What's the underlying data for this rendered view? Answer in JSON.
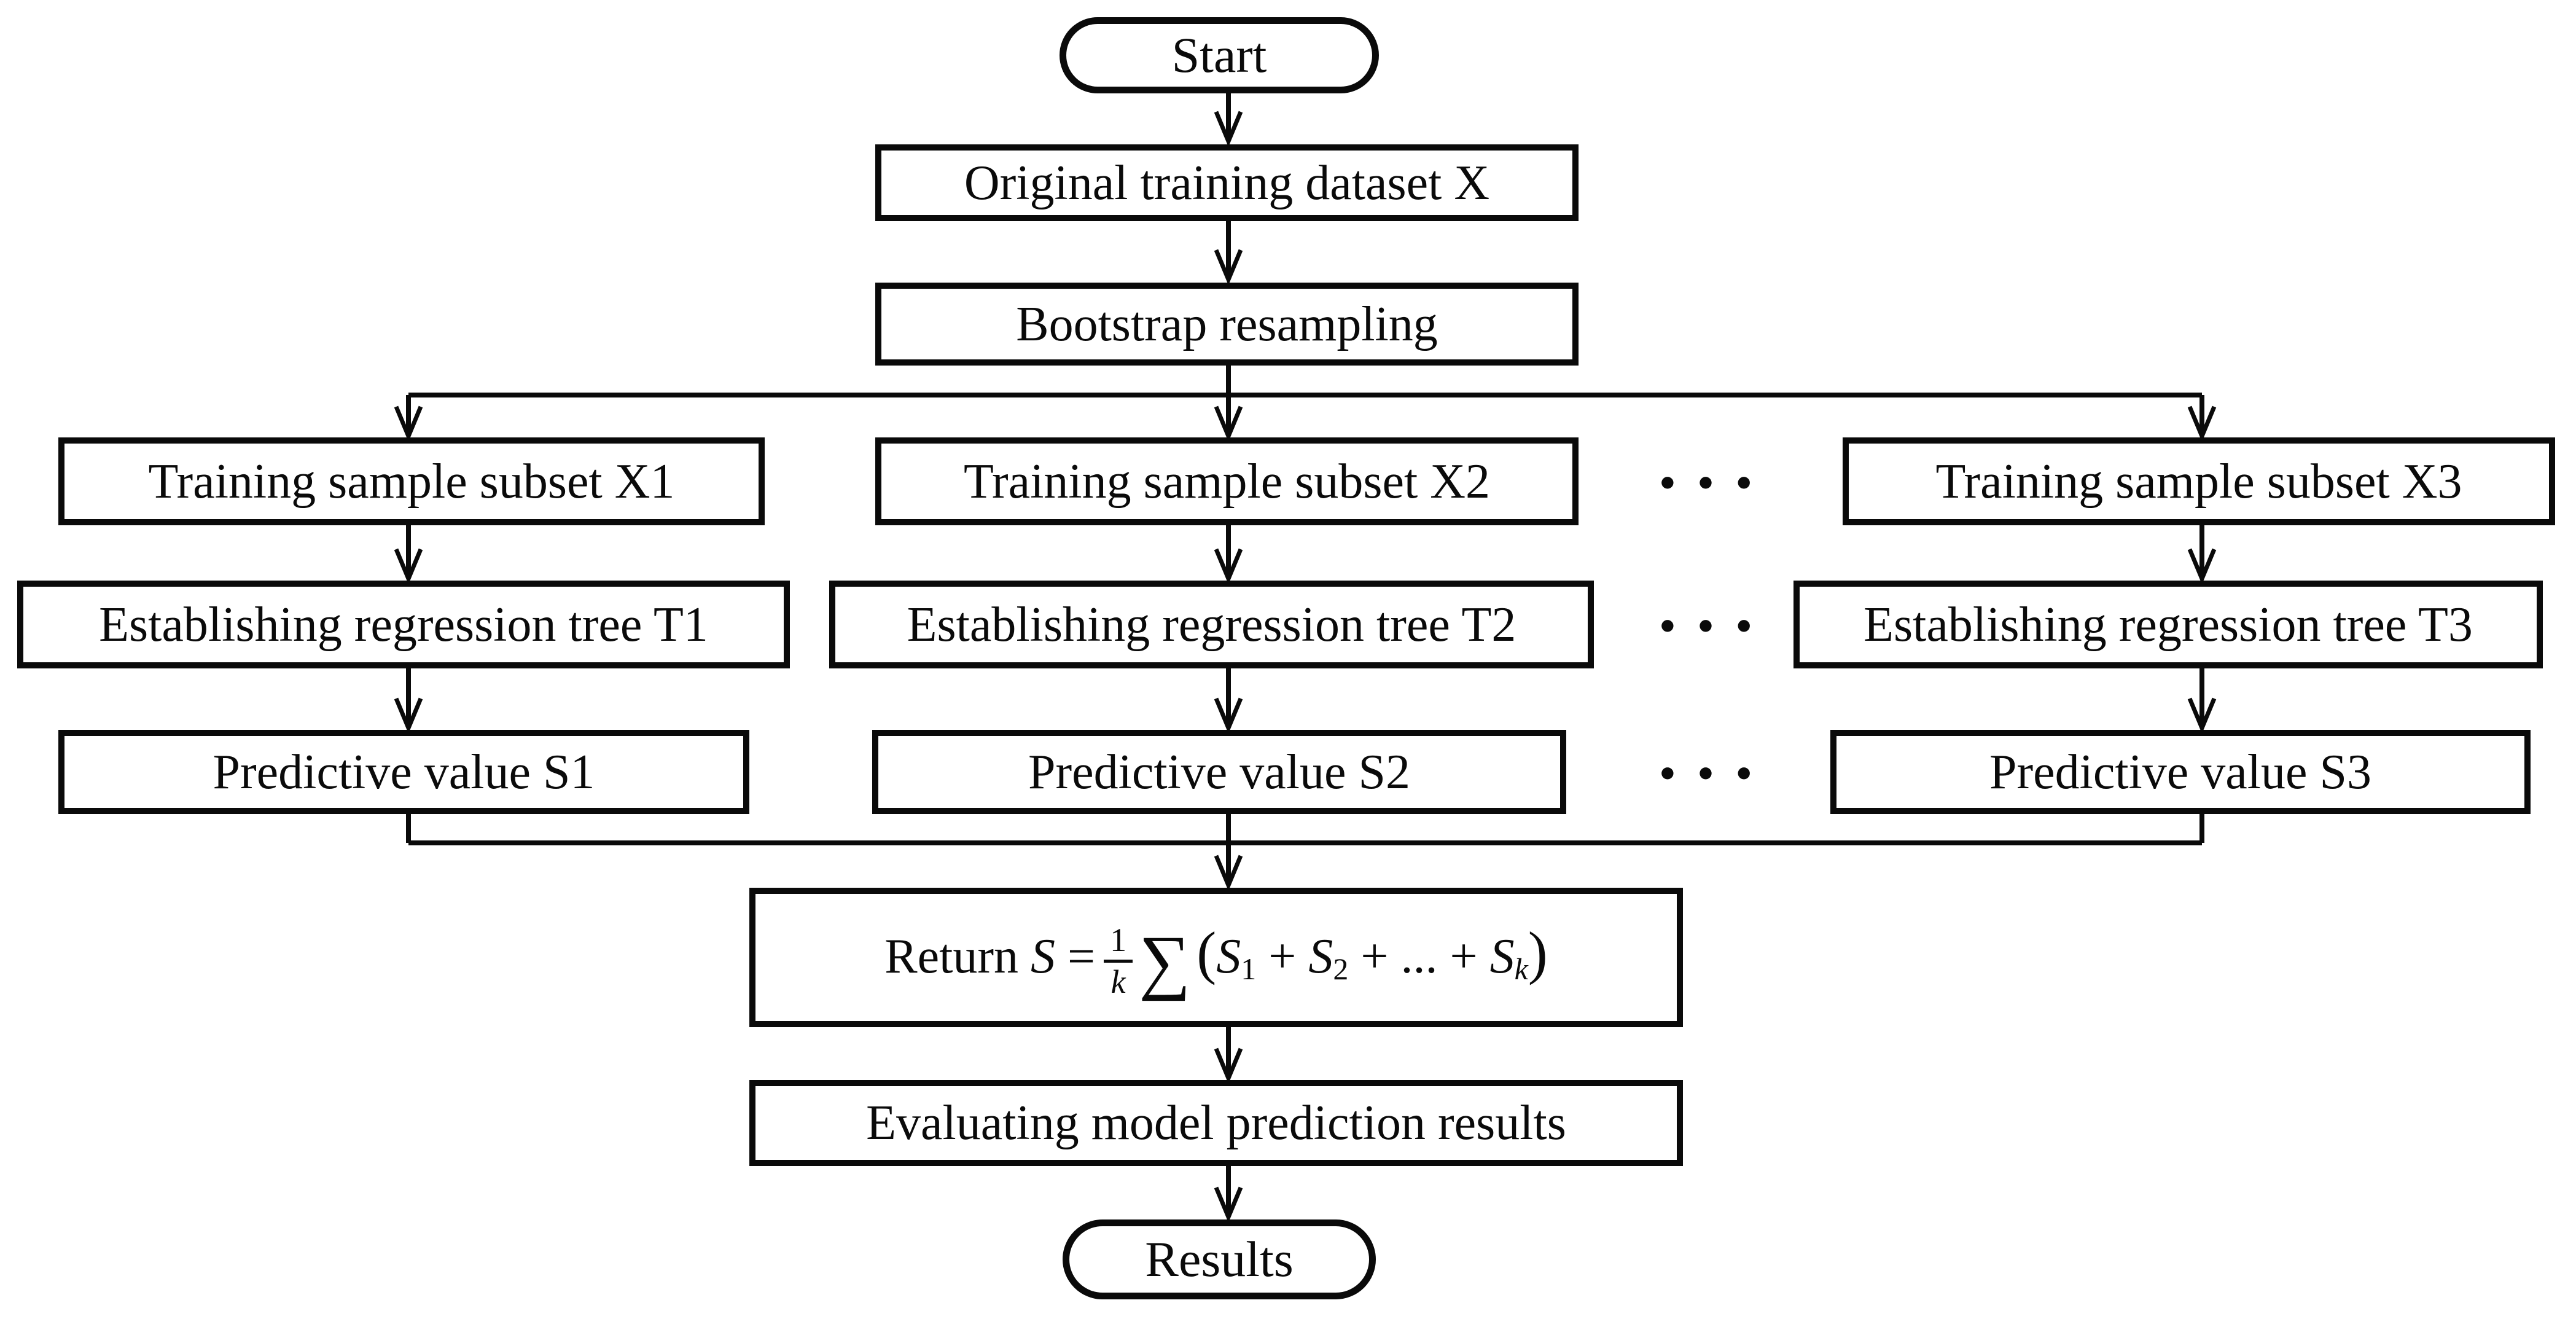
{
  "colors": {
    "ink": "#0a0a0a",
    "background": "#ffffff"
  },
  "nodes": {
    "start": "Start",
    "original": "Original training dataset X",
    "bootstrap": "Bootstrap resampling",
    "columns": [
      {
        "subset": "Training sample subset X1",
        "tree": "Establishing regression tree T1",
        "value": "Predictive value S1"
      },
      {
        "subset": "Training sample subset X2",
        "tree": "Establishing regression tree T2",
        "value": "Predictive value S2"
      },
      {
        "subset": "Training sample subset X3",
        "tree": "Establishing regression tree T3",
        "value": "Predictive value S3"
      }
    ],
    "ellipsis": "...",
    "formula": {
      "prefix": "Return",
      "s": "S",
      "equals": "=",
      "frac_num": "1",
      "frac_den": "k",
      "sigma": "∑",
      "lparen": "(",
      "t1b": "S",
      "t1s": "1",
      "op1": "+",
      "t2b": "S",
      "t2s": "2",
      "op2": "+",
      "mid_dots": "...",
      "op3": "+",
      "tkb": "S",
      "tks": "k",
      "rparen": ")"
    },
    "evaluate": "Evaluating model prediction results",
    "results": "Results"
  }
}
